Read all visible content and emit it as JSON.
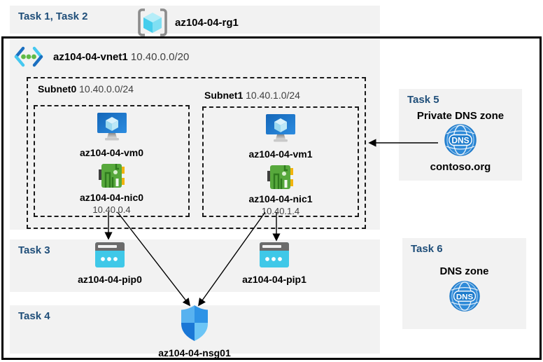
{
  "colors": {
    "task_header": "#1f4e79",
    "panel_bg": "#f2f2f2",
    "frame": "#000000",
    "pip_cyan": "#3fc8e8",
    "nic_green": "#5aa83c",
    "dns_blue": "#2e8ad8",
    "vm_blue": "#1a72c8",
    "shield_blue": "#2e93e6"
  },
  "icons": {
    "resource_group": "resource-group-icon",
    "virtual_network": "vnet-icon",
    "virtual_machine": "vm-icon",
    "network_interface": "nic-icon",
    "public_ip": "public-ip-icon",
    "nsg": "nsg-shield-icon",
    "dns": "dns-globe-icon"
  },
  "header_band": {
    "label": "Task 1, Task 2",
    "resource_group": "az104-04-rg1"
  },
  "vnet": {
    "name": "az104-04-vnet1",
    "cidr": "10.40.0.0/20",
    "subnets": [
      {
        "name": "Subnet0",
        "cidr": "10.40.0.0/24",
        "vm": "az104-04-vm0",
        "nic": "az104-04-nic0",
        "ip": "10.40.0.4"
      },
      {
        "name": "Subnet1",
        "cidr": "10.40.1.0/24",
        "vm": "az104-04-vm1",
        "nic": "az104-04-nic1",
        "ip": "10.40.1.4"
      }
    ]
  },
  "task3": {
    "label": "Task 3",
    "pips": [
      "az104-04-pip0",
      "az104-04-pip1"
    ]
  },
  "task4": {
    "label": "Task 4",
    "nsg": "az104-04-nsg01"
  },
  "task5": {
    "label": "Task 5",
    "title": "Private DNS zone",
    "zone": "contoso.org",
    "icon_text": "DNS"
  },
  "task6": {
    "label": "Task 6",
    "title": "DNS zone",
    "icon_text": "DNS"
  }
}
